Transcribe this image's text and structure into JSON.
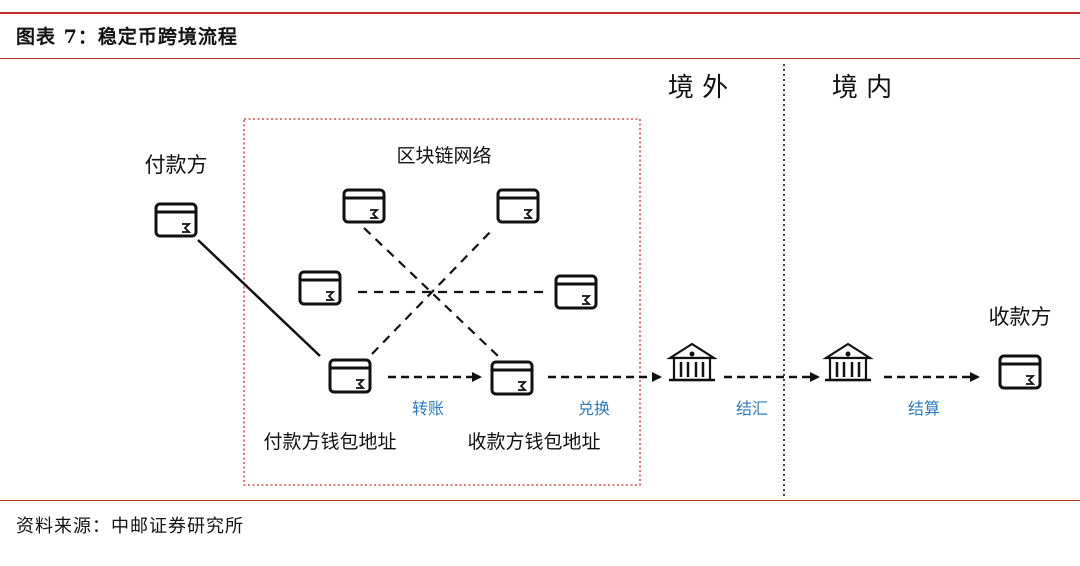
{
  "header": {
    "title": "图表 7：稳定币跨境流程"
  },
  "diagram": {
    "zones": {
      "overseas": "境 外",
      "domestic": "境 内"
    },
    "network_label": "区块链网络",
    "payer_label": "付款方",
    "payee_label": "收款方",
    "payer_wallet_label": "付款方钱包地址",
    "payee_wallet_label": "收款方钱包地址",
    "steps": {
      "transfer": "转账",
      "exchange": "兑换",
      "settlement_fx": "结汇",
      "settlement": "结算"
    }
  },
  "footer": {
    "source": "资料来源：中邮证券研究所"
  },
  "colors": {
    "accent_line": "#c0312b",
    "step_text": "#2e7bbf",
    "box_border": "#d9534f"
  }
}
